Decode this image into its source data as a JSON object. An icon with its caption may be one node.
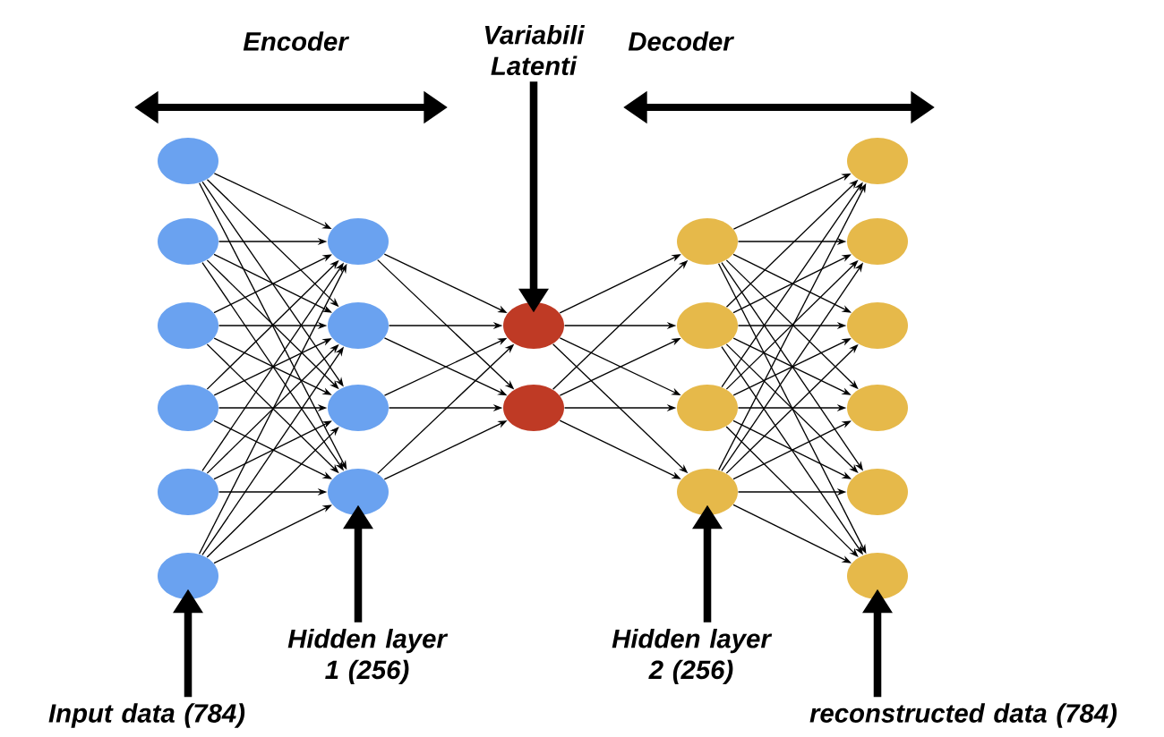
{
  "diagram": {
    "nodes": [
      {
        "text": [],
        "shape": "circle"
      },
      {
        "text": [],
        "shape": "circle"
      },
      {
        "text": [],
        "shape": "circle"
      },
      {
        "text": [],
        "shape": "circle"
      },
      {
        "text": [],
        "shape": "circle"
      },
      {
        "text": [],
        "shape": "circle"
      },
      {
        "text": [],
        "shape": "circle"
      },
      {
        "text": [],
        "shape": "circle"
      },
      {
        "text": [],
        "shape": "circle"
      },
      {
        "text": [],
        "shape": "circle"
      },
      {
        "text": [],
        "shape": "circle"
      },
      {
        "text": [],
        "shape": "circle"
      },
      {
        "text": [],
        "shape": "circle"
      },
      {
        "text": [],
        "shape": "circle"
      },
      {
        "text": [],
        "shape": "circle"
      },
      {
        "text": [],
        "shape": "circle"
      },
      {
        "text": [],
        "shape": "circle"
      },
      {
        "text": [],
        "shape": "circle"
      },
      {
        "text": [],
        "shape": "circle"
      },
      {
        "text": [],
        "shape": "circle"
      },
      {
        "text": [],
        "shape": "circle"
      },
      {
        "text": [],
        "shape": "circle"
      },
      {
        "text": [
          "Variabili Latenti"
        ]
      },
      {
        "text": [
          "Input data (784)"
        ]
      },
      {
        "text": [
          "Hidden layer 1 (256)"
        ]
      },
      {
        "text": [
          "Hidden layer 2 (256)"
        ]
      },
      {
        "text": [
          "reconstructed data (784)"
        ]
      }
    ],
    "edges": [
      {
        "from": 0,
        "to": 6,
        "arrow": "to"
      },
      {
        "from": 0,
        "to": 7,
        "arrow": "to"
      },
      {
        "from": 0,
        "to": 8,
        "arrow": "to"
      },
      {
        "from": 0,
        "to": 9,
        "arrow": "to"
      },
      {
        "from": 1,
        "to": 6,
        "arrow": "to"
      },
      {
        "from": 1,
        "to": 7,
        "arrow": "to"
      },
      {
        "from": 1,
        "to": 8,
        "arrow": "to"
      },
      {
        "from": 1,
        "to": 9,
        "arrow": "to"
      },
      {
        "from": 2,
        "to": 6,
        "arrow": "to"
      },
      {
        "from": 2,
        "to": 7,
        "arrow": "to"
      },
      {
        "from": 2,
        "to": 8,
        "arrow": "to"
      },
      {
        "from": 2,
        "to": 9,
        "arrow": "to"
      },
      {
        "from": 3,
        "to": 6,
        "arrow": "to"
      },
      {
        "from": 3,
        "to": 7,
        "arrow": "to"
      },
      {
        "from": 3,
        "to": 8,
        "arrow": "to"
      },
      {
        "from": 3,
        "to": 9,
        "arrow": "to"
      },
      {
        "from": 4,
        "to": 6,
        "arrow": "to"
      },
      {
        "from": 4,
        "to": 7,
        "arrow": "to"
      },
      {
        "from": 4,
        "to": 8,
        "arrow": "to"
      },
      {
        "from": 4,
        "to": 9,
        "arrow": "to"
      },
      {
        "from": 5,
        "to": 6,
        "arrow": "to"
      },
      {
        "from": 5,
        "to": 7,
        "arrow": "to"
      },
      {
        "from": 5,
        "to": 8,
        "arrow": "to"
      },
      {
        "from": 5,
        "to": 9,
        "arrow": "to"
      },
      {
        "from": 6,
        "to": 10,
        "arrow": "to"
      },
      {
        "from": 6,
        "to": 11,
        "arrow": "to"
      },
      {
        "from": 7,
        "to": 10,
        "arrow": "to"
      },
      {
        "from": 7,
        "to": 11,
        "arrow": "to"
      },
      {
        "from": 8,
        "to": 10,
        "arrow": "to"
      },
      {
        "from": 8,
        "to": 11,
        "arrow": "to"
      },
      {
        "from": 9,
        "to": 10,
        "arrow": "to"
      },
      {
        "from": 9,
        "to": 11,
        "arrow": "to"
      },
      {
        "from": 10,
        "to": 12,
        "arrow": "to"
      },
      {
        "from": 10,
        "to": 13,
        "arrow": "to"
      },
      {
        "from": 10,
        "to": 14,
        "arrow": "to"
      },
      {
        "from": 10,
        "to": 15,
        "arrow": "to"
      },
      {
        "from": 11,
        "to": 12,
        "arrow": "to"
      },
      {
        "from": 11,
        "to": 13,
        "arrow": "to"
      },
      {
        "from": 11,
        "to": 14,
        "arrow": "to"
      },
      {
        "from": 11,
        "to": 15,
        "arrow": "to"
      },
      {
        "from": 12,
        "to": 16,
        "arrow": "to"
      },
      {
        "from": 12,
        "to": 17,
        "arrow": "to"
      },
      {
        "from": 12,
        "to": 18,
        "arrow": "to"
      },
      {
        "from": 12,
        "to": 19,
        "arrow": "to"
      },
      {
        "from": 12,
        "to": 20,
        "arrow": "to"
      },
      {
        "from": 12,
        "to": 21,
        "arrow": "to"
      },
      {
        "from": 13,
        "to": 16,
        "arrow": "to"
      },
      {
        "from": 13,
        "to": 17,
        "arrow": "to"
      },
      {
        "from": 13,
        "to": 18,
        "arrow": "to"
      },
      {
        "from": 13,
        "to": 19,
        "arrow": "to"
      },
      {
        "from": 13,
        "to": 20,
        "arrow": "to"
      },
      {
        "from": 13,
        "to": 21,
        "arrow": "to"
      },
      {
        "from": 14,
        "to": 16,
        "arrow": "to"
      },
      {
        "from": 14,
        "to": 17,
        "arrow": "to"
      },
      {
        "from": 14,
        "to": 18,
        "arrow": "to"
      },
      {
        "from": 14,
        "to": 19,
        "arrow": "to"
      },
      {
        "from": 14,
        "to": 20,
        "arrow": "to"
      },
      {
        "from": 14,
        "to": 21,
        "arrow": "to"
      },
      {
        "from": 15,
        "to": 16,
        "arrow": "to"
      },
      {
        "from": 15,
        "to": 17,
        "arrow": "to"
      },
      {
        "from": 15,
        "to": 18,
        "arrow": "to"
      },
      {
        "from": 15,
        "to": 19,
        "arrow": "to"
      },
      {
        "from": 15,
        "to": 20,
        "arrow": "to"
      },
      {
        "from": 15,
        "to": 21,
        "arrow": "to"
      },
      {
        "from": 22,
        "to": 10,
        "arrow": "to",
        "style": "thick"
      },
      {
        "from": 23,
        "to": 5,
        "arrow": "to",
        "style": "thick"
      },
      {
        "from": 24,
        "to": 9,
        "arrow": "to",
        "style": "thick"
      },
      {
        "from": 25,
        "to": 15,
        "arrow": "to",
        "style": "thick"
      },
      {
        "from": 26,
        "to": 21,
        "arrow": "to",
        "style": "thick"
      }
    ],
    "labels": [
      "Encoder",
      "Decoder"
    ]
  }
}
